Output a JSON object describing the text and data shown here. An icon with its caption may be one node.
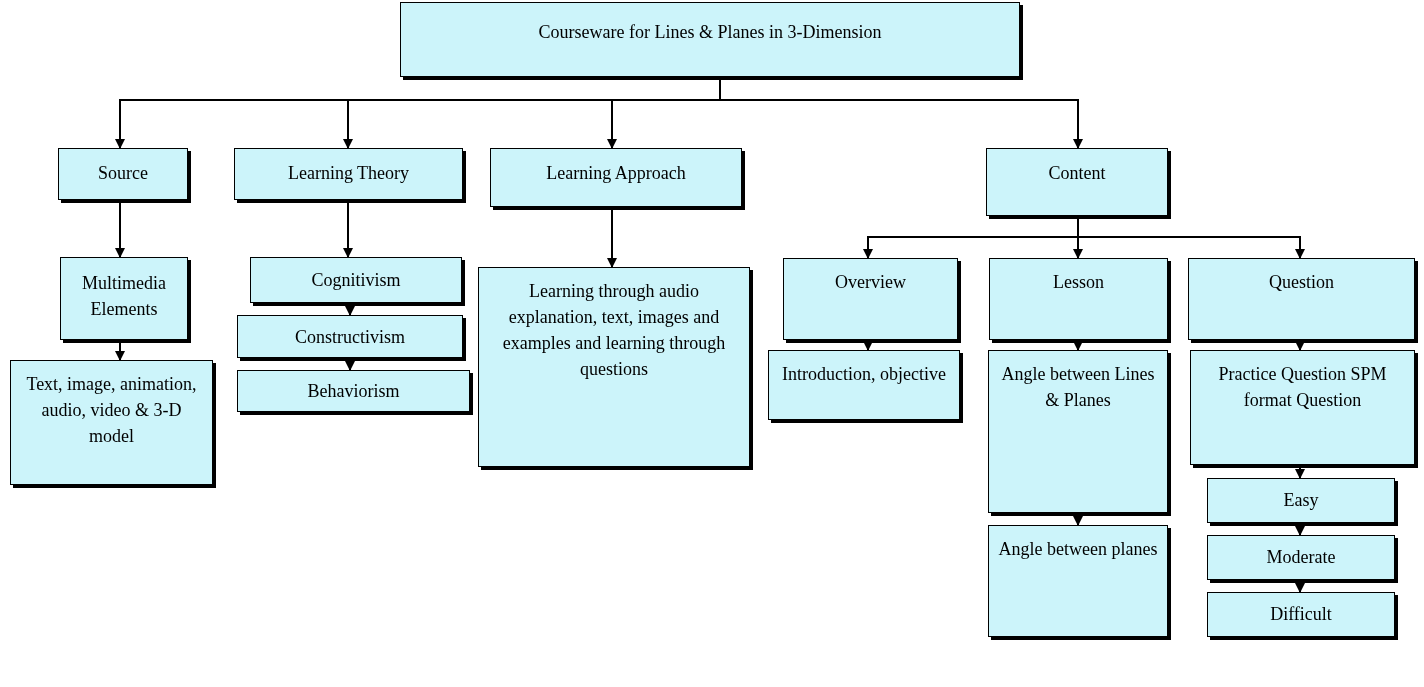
{
  "diagram": {
    "nodes": [
      {
        "text": [
          "Courseware for Lines & Planes in 3-Dimension"
        ]
      },
      {
        "text": [
          "Source"
        ]
      },
      {
        "text": [
          "Learning Theory"
        ]
      },
      {
        "text": [
          "Learning Approach"
        ]
      },
      {
        "text": [
          "Content"
        ]
      },
      {
        "text": [
          "Multimedia Elements"
        ]
      },
      {
        "text": [
          "Text, image, animation, audio, video & 3-D model"
        ]
      },
      {
        "text": [
          "Cognitivism"
        ]
      },
      {
        "text": [
          "Constructivism"
        ]
      },
      {
        "text": [
          "Behaviorism"
        ]
      },
      {
        "text": [
          "Learning through audio explanation, text, images and examples and learning through questions"
        ]
      },
      {
        "text": [
          "Overview"
        ]
      },
      {
        "text": [
          "Lesson"
        ]
      },
      {
        "text": [
          "Question"
        ]
      },
      {
        "text": [
          "Introduction, objective"
        ]
      },
      {
        "text": [
          "Angle between Lines & Planes"
        ]
      },
      {
        "text": [
          "Angle between planes"
        ]
      },
      {
        "text": [
          "Practice Question SPM format Question"
        ]
      },
      {
        "text": [
          "Easy"
        ]
      },
      {
        "text": [
          "Moderate"
        ]
      },
      {
        "text": [
          "Difficult"
        ]
      }
    ],
    "edges": [
      {
        "from": 0,
        "to": 1,
        "arrow": "to"
      },
      {
        "from": 0,
        "to": 2,
        "arrow": "to"
      },
      {
        "from": 0,
        "to": 3,
        "arrow": "to"
      },
      {
        "from": 0,
        "to": 4,
        "arrow": "to"
      },
      {
        "from": 1,
        "to": 5,
        "arrow": "to"
      },
      {
        "from": 5,
        "to": 6,
        "arrow": "to"
      },
      {
        "from": 2,
        "to": 7,
        "arrow": "to"
      },
      {
        "from": 7,
        "to": 8,
        "arrow": "to"
      },
      {
        "from": 8,
        "to": 9,
        "arrow": "to"
      },
      {
        "from": 3,
        "to": 10,
        "arrow": "to"
      },
      {
        "from": 4,
        "to": 11,
        "arrow": "to"
      },
      {
        "from": 4,
        "to": 12,
        "arrow": "to"
      },
      {
        "from": 4,
        "to": 13,
        "arrow": "to"
      },
      {
        "from": 11,
        "to": 14,
        "arrow": "to"
      },
      {
        "from": 12,
        "to": 15,
        "arrow": "to"
      },
      {
        "from": 15,
        "to": 16,
        "arrow": "to"
      },
      {
        "from": 13,
        "to": 17,
        "arrow": "to"
      },
      {
        "from": 17,
        "to": 18,
        "arrow": "to"
      },
      {
        "from": 18,
        "to": 19,
        "arrow": "to"
      },
      {
        "from": 19,
        "to": 20,
        "arrow": "to"
      }
    ]
  }
}
